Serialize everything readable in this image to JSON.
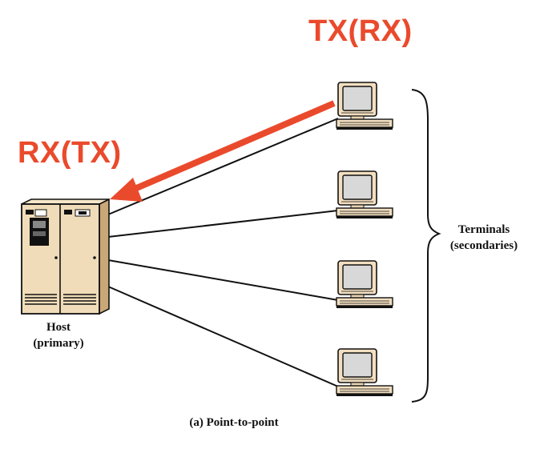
{
  "labels": {
    "tx": "TX(RX)",
    "rx": "RX(TX)",
    "host_line1": "Host",
    "host_line2": "(primary)",
    "terminals_line1": "Terminals",
    "terminals_line2": "(secondaries)",
    "caption": "(a) Point-to-point"
  },
  "colors": {
    "accent": "#ea4a2c",
    "line": "#111111",
    "cabinet": "#f0dcb8",
    "terminal_body": "#f2dfc0",
    "screen": "#d8d8d8"
  },
  "icons": {
    "host": "server-cabinet-icon",
    "terminal": "computer-terminal-icon",
    "brace": "curly-brace",
    "arrow": "transmission-arrow"
  }
}
